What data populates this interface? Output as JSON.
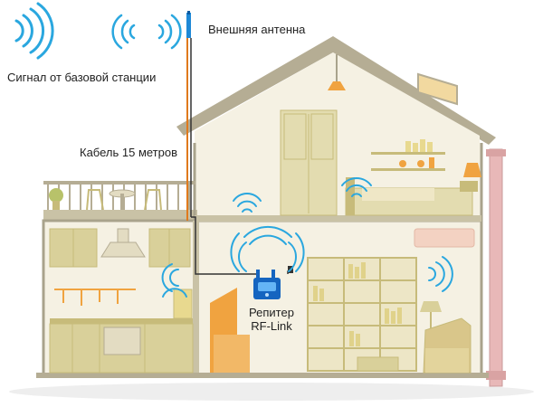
{
  "labels": {
    "base_station_signal": "Сигнал от базовой станции",
    "external_antenna": "Внешняя антенна",
    "cable": "Кабель 15 метров",
    "repeater_line1": "Репитер",
    "repeater_line2": "RF-Link"
  },
  "colors": {
    "house_fill": "#f5f1e3",
    "wall_outline": "#a9a38c",
    "roof": "#b5ad94",
    "furniture": "#d9d09a",
    "furniture_dark": "#c7bb7a",
    "signal_blue": "#2aa7df",
    "antenna_blue": "#1e88d6",
    "cable_orange": "#e07a1c",
    "cable_dark": "#333333",
    "accent_orange": "#f0a340",
    "chimney": "#e8b8b8",
    "repeater_blue": "#1565c0"
  },
  "icons": [
    "signal-waves-icon",
    "antenna-icon",
    "repeater-device-icon",
    "ceiling-lamp-icon"
  ]
}
